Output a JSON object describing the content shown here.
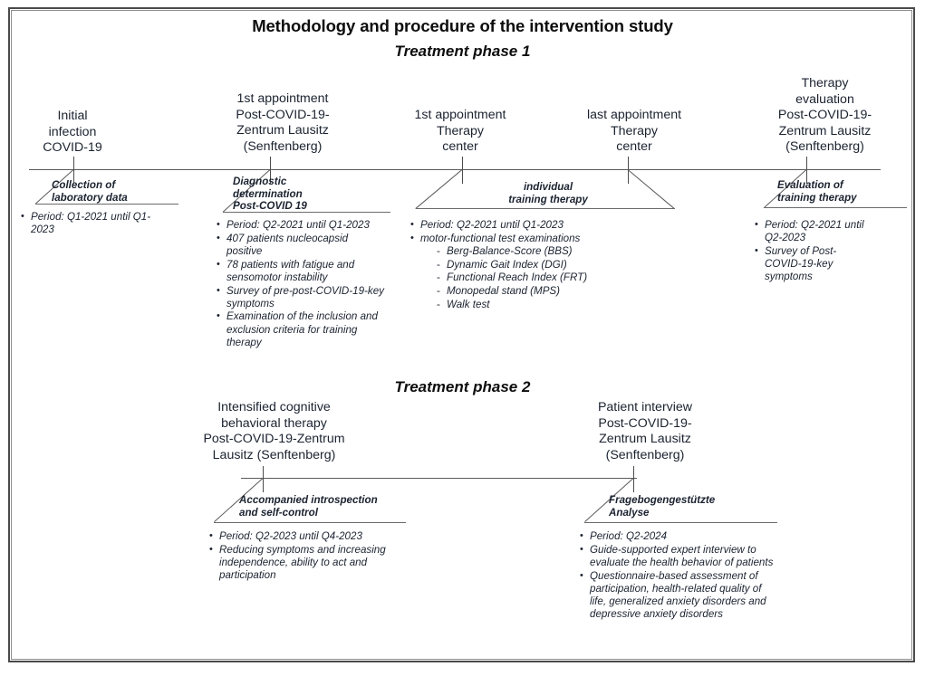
{
  "title": "Methodology and procedure of the intervention study",
  "phase1": {
    "heading": "Treatment phase 1",
    "nodes": [
      {
        "label": "Initial\ninfection\nCOVID-19"
      },
      {
        "label": "1st appointment\nPost-COVID-19-\nZentrum Lausitz\n(Senftenberg)"
      },
      {
        "label": "1st appointment\nTherapy\ncenter"
      },
      {
        "label": "last appointment\nTherapy\ncenter"
      },
      {
        "label": "Therapy\nevaluation\nPost-COVID-19-\nZentrum Lausitz\n(Senftenberg)"
      }
    ],
    "banners": [
      {
        "text": "Collection of\nlaboratory data"
      },
      {
        "text": "Diagnostic\ndetermination\nPost-COVID 19"
      },
      {
        "text": "individual\ntraining therapy"
      },
      {
        "text": "Evaluation of\ntraining therapy"
      }
    ],
    "bullet_groups": [
      {
        "items": [
          {
            "text": "Period: Q1-2021 until Q1-2023"
          }
        ]
      },
      {
        "items": [
          {
            "text": "Period: Q2-2021 until Q1-2023"
          },
          {
            "text": "407 patients nucleocapsid positive"
          },
          {
            "text": "78 patients with fatigue and sensomotor instability"
          },
          {
            "text": "Survey of pre-post-COVID-19-key symptoms"
          },
          {
            "text": "Examination of the inclusion and exclusion criteria for training therapy"
          }
        ]
      },
      {
        "items": [
          {
            "text": "Period: Q2-2021 until Q1-2023"
          },
          {
            "text": "motor-functional test examinations",
            "sub": [
              "Berg-Balance-Score (BBS)",
              "Dynamic Gait Index (DGI)",
              "Functional Reach Index (FRT)",
              "Monopedal stand (MPS)",
              "Walk test"
            ]
          }
        ]
      },
      {
        "items": [
          {
            "text": "Period: Q2-2021 until Q2-2023"
          },
          {
            "text": "Survey of Post-COVID-19-key symptoms"
          }
        ]
      }
    ]
  },
  "phase2": {
    "heading": "Treatment phase 2",
    "nodes": [
      {
        "label": "Intensified cognitive\nbehavioral therapy\nPost-COVID-19-Zentrum\nLausitz (Senftenberg)"
      },
      {
        "label": "Patient interview\nPost-COVID-19-\nZentrum Lausitz\n(Senftenberg)"
      }
    ],
    "banners": [
      {
        "text": "Accompanied introspection\nand self-control"
      },
      {
        "text": "Fragebogengestützte\nAnalyse"
      }
    ],
    "bullet_groups": [
      {
        "items": [
          {
            "text": "Period: Q2-2023 until Q4-2023"
          },
          {
            "text": "Reducing symptoms and increasing independence, ability to act and participation"
          }
        ]
      },
      {
        "items": [
          {
            "text": "Period: Q2-2024"
          },
          {
            "text": "Guide-supported expert interview to evaluate the health behavior of patients"
          },
          {
            "text": "Questionnaire-based assessment of participation, health-related quality of life, generalized anxiety disorders and  depressive anxiety disorders"
          }
        ]
      }
    ]
  },
  "colors": {
    "text": "#1b2330",
    "line": "#5a5a5a",
    "frame_outer": "#4a4a4a",
    "frame_inner": "#8d8d8d",
    "background": "#ffffff"
  }
}
